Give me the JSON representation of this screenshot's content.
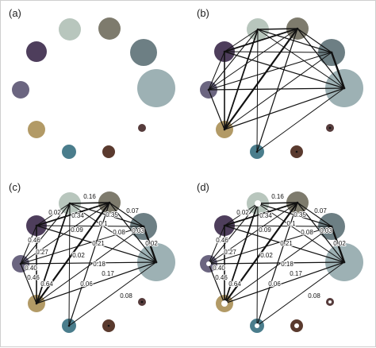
{
  "panels": [
    {
      "label": "(a)",
      "show_edges": false,
      "show_weights": false,
      "hollow": false
    },
    {
      "label": "(b)",
      "show_edges": true,
      "show_weights": false,
      "hollow": false
    },
    {
      "label": "(c)",
      "show_edges": true,
      "show_weights": true,
      "hollow": false
    },
    {
      "label": "(d)",
      "show_edges": true,
      "show_weights": true,
      "hollow": true
    }
  ],
  "nodes": [
    {
      "id": "n1",
      "color": "#b8c6bd"
    },
    {
      "id": "n2",
      "color": "#7e7b6d"
    },
    {
      "id": "n3",
      "color": "#6d7f84"
    },
    {
      "id": "n4",
      "color": "#9db1b4"
    },
    {
      "id": "n5",
      "color": "#4e3e5c"
    },
    {
      "id": "n6",
      "color": "#6b6580"
    },
    {
      "id": "n7",
      "color": "#b29a66"
    },
    {
      "id": "n8",
      "color": "#4a7d8c"
    },
    {
      "id": "n9",
      "color": "#5a3a2e"
    },
    {
      "id": "n10",
      "color": "#563c3c"
    }
  ],
  "edge_weights": [
    {
      "a": "n1",
      "b": "n2",
      "weight": "0.16"
    },
    {
      "a": "n5",
      "b": "n1",
      "weight": "0.02"
    },
    {
      "a": "n5",
      "b": "n2",
      "weight": "0.34"
    },
    {
      "a": "n1",
      "b": "n3",
      "weight": "0.35"
    },
    {
      "a": "n2",
      "b": "n3",
      "weight": "0.07"
    },
    {
      "a": "n5",
      "b": "n3",
      "weight": "0.1"
    },
    {
      "a": "n6",
      "b": "n2",
      "weight": "0.09"
    },
    {
      "a": "n5",
      "b": "n4",
      "weight": "0.08"
    },
    {
      "a": "n1",
      "b": "n4",
      "weight": "0.03"
    },
    {
      "a": "n3",
      "b": "n4",
      "weight": "0.02"
    },
    {
      "a": "n5",
      "b": "n6",
      "weight": "0.46"
    },
    {
      "a": "n6",
      "b": "n1",
      "weight": "0.27"
    },
    {
      "a": "n6",
      "b": "n3",
      "weight": "0.21"
    },
    {
      "a": "n7",
      "b": "n2",
      "weight": "0.02"
    },
    {
      "a": "n5",
      "b": "n7",
      "weight": "0.40"
    },
    {
      "a": "n6",
      "b": "n7",
      "weight": "0.46"
    },
    {
      "a": "n6",
      "b": "n4",
      "weight": "0.18"
    },
    {
      "a": "n7",
      "b": "n1",
      "weight": "0.64"
    },
    {
      "a": "n8",
      "b": "n2",
      "weight": "0.17"
    },
    {
      "a": "n7",
      "b": "n4",
      "weight": "0.06"
    },
    {
      "a": "n8",
      "b": "n4",
      "weight": "0.08"
    }
  ]
}
